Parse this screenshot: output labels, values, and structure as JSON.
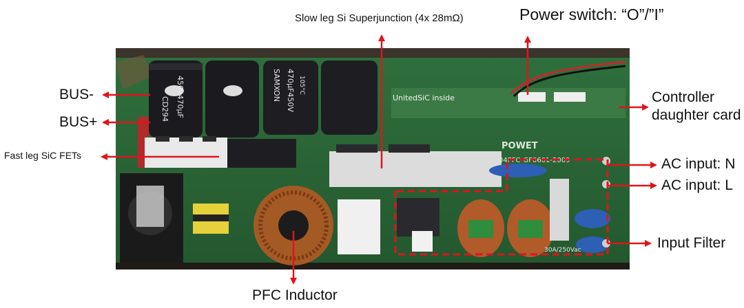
{
  "labels": {
    "slow_leg": "Slow leg Si Superjunction (4x 28mΩ)",
    "power_switch": "Power switch: “O”/”I”",
    "bus_minus": "BUS-",
    "bus_plus": "BUS+",
    "controller_line1": "Controller",
    "controller_line2": "daughter card",
    "fast_leg": "Fast leg SiC FETs",
    "ac_input_n": "AC input: N",
    "ac_input_l": "AC input: L",
    "input_filter": "Input Filter",
    "pfc_inductor": "PFC Inductor"
  },
  "board_markings": {
    "cap1_brand": "CD294",
    "cap1_rating": "450v470µF",
    "cap2_brand": "SAMXON",
    "cap2_rating": "470µF450V",
    "cap2_temp": "105°C",
    "silkscreen": "UnitedSiC inside",
    "board_id": "04PFC-GF0601-2009",
    "fuse_rating": "30A/250Vac",
    "logo": "POWET"
  },
  "colors": {
    "arrow": "#e0141c",
    "dashed_box": "#e0141c",
    "pcb_green": "#2a6536"
  }
}
